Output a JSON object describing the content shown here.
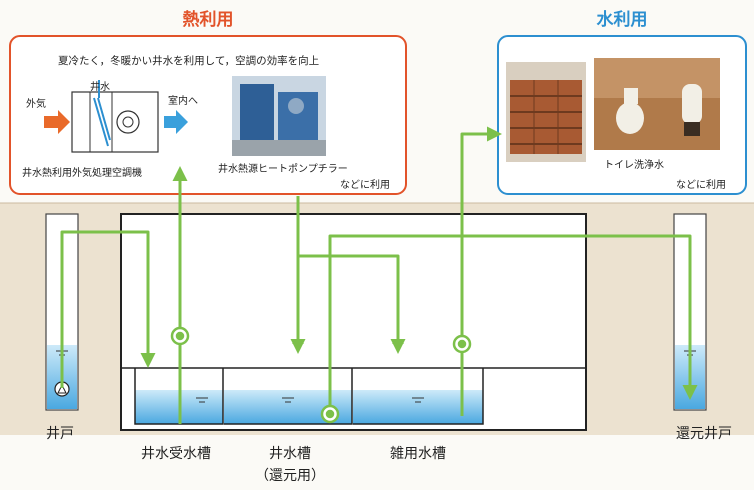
{
  "heat_use": {
    "title": "熱利用",
    "caption": "夏冷たく，冬暖かい井水を利用して，空調の効率を向上",
    "well_water_label": "井水",
    "outside_air_label": "外気",
    "to_room_label": "室内へ",
    "unit_a_label": "井水熱利用外気処理空調機",
    "unit_b_label": "井水熱源ヒートポンプチラー",
    "etc_label": "などに利用",
    "accent_color": "#e2532a"
  },
  "water_use": {
    "title": "水利用",
    "toilet_label": "トイレ洗浄水",
    "etc_label": "などに利用",
    "accent_color": "#2c8fd0"
  },
  "ground": {
    "well_label": "井戸",
    "return_well_label": "還元井戸",
    "tank1_label": "井水受水槽",
    "tank2_label": "井水槽",
    "tank2_sub_label": "（還元用）",
    "tank3_label": "雑用水槽"
  },
  "colors": {
    "pipe": "#7cc04a",
    "water": "#66b8e6",
    "earth": "#e9dcc7"
  }
}
